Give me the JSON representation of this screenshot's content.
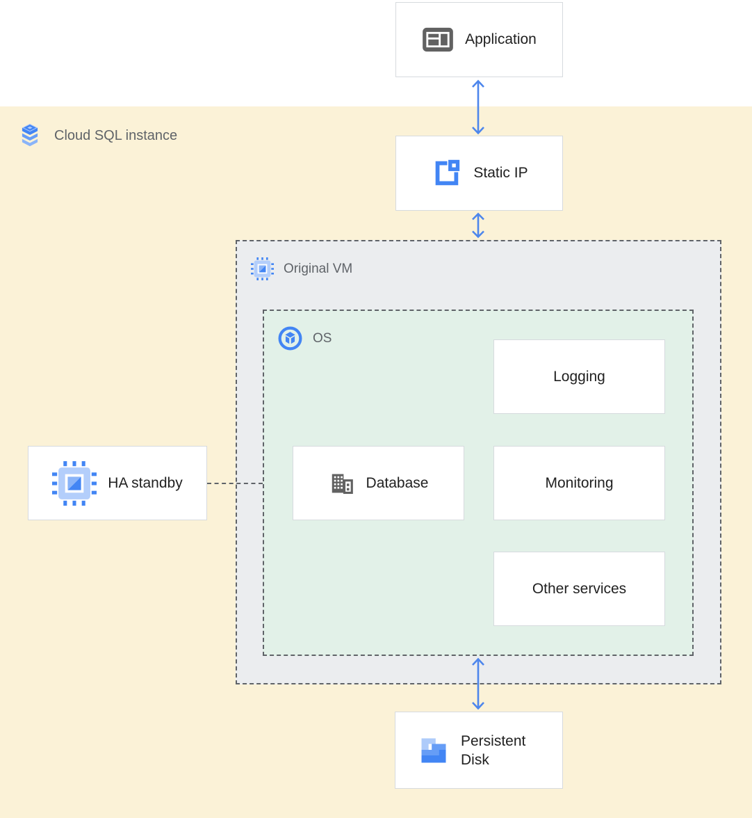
{
  "diagram": {
    "zones": {
      "cloud_sql": {
        "label": "Cloud SQL instance"
      },
      "original_vm": {
        "label": "Original VM"
      },
      "os": {
        "label": "OS"
      }
    },
    "nodes": {
      "application": {
        "label": "Application"
      },
      "static_ip": {
        "label": "Static IP"
      },
      "logging": {
        "label": "Logging"
      },
      "database": {
        "label": "Database"
      },
      "monitoring": {
        "label": "Monitoring"
      },
      "other_services": {
        "label": "Other services"
      },
      "ha_standby": {
        "label": "HA standby"
      },
      "persistent_disk": {
        "label": "Persistent Disk"
      }
    },
    "icons": {
      "application": "app-window-icon",
      "cloud_sql": "layered-stack-icon",
      "static_ip": "external-ip-square-icon",
      "original_vm": "compute-engine-chip-icon",
      "os": "os-cube-ring-icon",
      "database": "building-icon",
      "ha_standby": "compute-engine-chip-icon",
      "persistent_disk": "stepped-disk-icon"
    },
    "colors": {
      "zone_yellow_bg": "#fbf2d7",
      "zone_gray_bg": "#ebedef",
      "zone_green_bg": "#e2f1e8",
      "dashed_border": "#5f6368",
      "card_border": "#d6dade",
      "arrow_blue": "#4d86ec",
      "icon_blue": "#4285f4",
      "icon_blue_mid": "#669df6",
      "icon_blue_light": "#aecbfa",
      "icon_gray": "#616161",
      "label_dark": "#212121",
      "label_gray": "#5f6368"
    }
  }
}
